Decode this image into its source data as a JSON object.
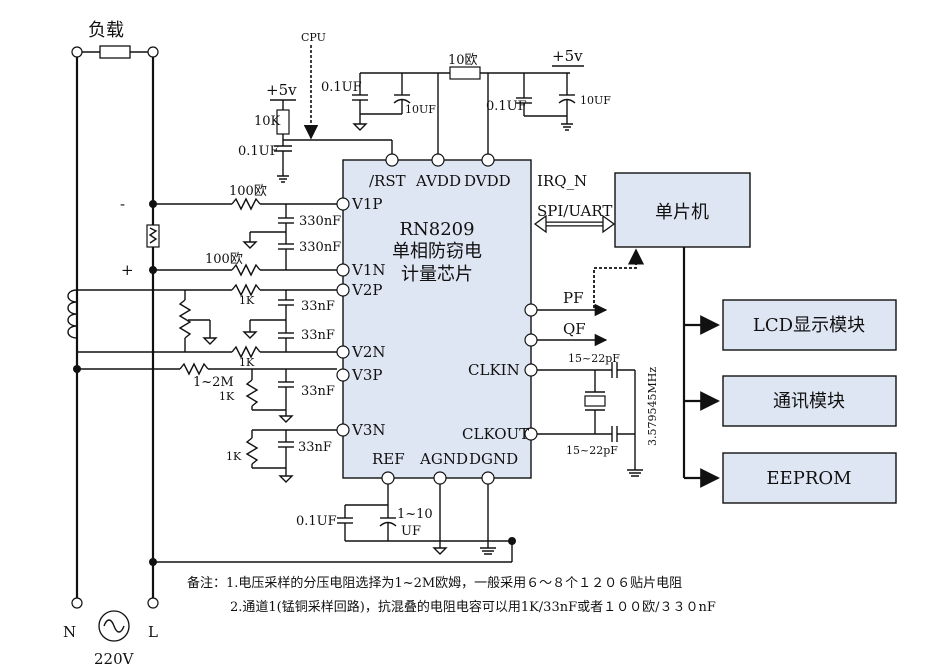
{
  "labels": {
    "load": "负载",
    "cpu": "CPU",
    "plus5v_a": "+5v",
    "plus5v_b": "+5v",
    "r10k": "10K",
    "c_rst": "0.1UF",
    "c_avdd_a": "0.1UF",
    "c_avdd_b": "10UF",
    "r_10ohm": "10欧",
    "c_dvdd_a": "0.1UF",
    "c_dvdd_b": "10UF",
    "minus": "-",
    "plus": "+",
    "r100_a": "100欧",
    "r100_b": "100欧",
    "c330_a": "330nF",
    "c330_b": "330nF",
    "r1k_a": "1K",
    "c33_a": "33nF",
    "c33_b": "33nF",
    "r1k_b": "1K",
    "r12m": "1~2M",
    "r1k_c": "1K",
    "c33_c": "33nF",
    "r1k_d": "1K",
    "c33_d": "33nF",
    "c_ref_a": "0.1UF",
    "c_ref_b1": "1~10",
    "c_ref_b2": "UF",
    "c_xtal_a": "15~22pF",
    "c_xtal_b": "15~22pF",
    "xtal": "3.579545MHz",
    "n": "N",
    "l": "L",
    "v220": "220V"
  },
  "chip": {
    "title1": "RN8209",
    "title2": "单相防窃电",
    "title3": "计量芯片",
    "pins": {
      "rst": "/RST",
      "avdd": "AVDD",
      "dvdd": "DVDD",
      "irq": "IRQ_N",
      "v1p": "V1P",
      "v1n": "V1N",
      "v2p": "V2P",
      "v2n": "V2N",
      "v3p": "V3P",
      "v3n": "V3N",
      "pf": "PF",
      "qf": "QF",
      "clkin": "CLKIN",
      "clkout": "CLKOUT",
      "ref": "REF",
      "agnd": "AGND",
      "dgnd": "DGND",
      "spi": "SPI/UART"
    }
  },
  "blocks": {
    "mcu": "单片机",
    "lcd": "LCD显示模块",
    "comm": "通讯模块",
    "eeprom": "EEPROM"
  },
  "notes": {
    "line1": "备注：1.电压采样的分压电阻选择为1~2M欧姆，一般采用６～８个１２０６贴片电阻",
    "line2": "2.通道1(锰铜采样回路)，抗混叠的电阻电容可以用1K/33nF或者１００欧/３３０nF"
  },
  "colors": {
    "block_fill": "#dfe6f3",
    "line": "#111111"
  }
}
